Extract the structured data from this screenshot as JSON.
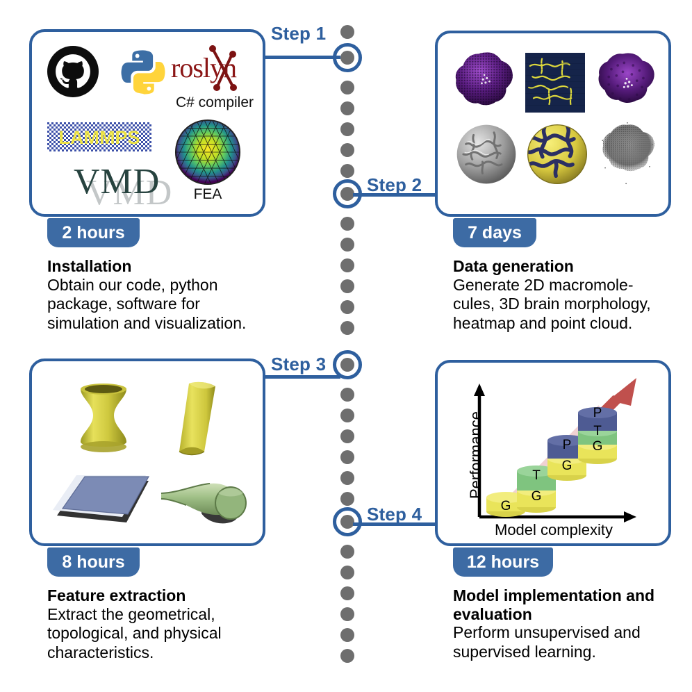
{
  "figure": {
    "type": "workflow-timeline",
    "orientation": "vertical-zigzag",
    "accent_color": "#2e5f9e",
    "badge_color": "#3d6ba4",
    "dot_color": "#6e6e6e"
  },
  "steps": [
    {
      "id": "step1",
      "label": "Step 1",
      "side": "left",
      "duration": "2 hours",
      "title": "Installation",
      "body": "Obtain our code, python package, software for simulation and visualization.",
      "body_lines": [
        "Obtain our code, python",
        "package, software for",
        "simulation and visualization."
      ],
      "contents": [
        {
          "name": "github-logo",
          "label": "",
          "kind": "logo"
        },
        {
          "name": "python-logo",
          "label": "",
          "kind": "logo"
        },
        {
          "name": "roslyn-logo",
          "label": "roslyn",
          "caption": "C# compiler",
          "kind": "logo"
        },
        {
          "name": "lammps-logo",
          "label": "LAMMPS",
          "kind": "logo"
        },
        {
          "name": "fea-mesh",
          "label": "",
          "caption": "FEA",
          "kind": "thumbnail"
        },
        {
          "name": "vmd-logo",
          "label": "VMD",
          "kind": "logo"
        }
      ]
    },
    {
      "id": "step2",
      "label": "Step 2",
      "side": "right",
      "duration": "7 days",
      "title": "Data generation",
      "body": "Generate 2D macromolecules, 3D brain morphology, heatmap and point cloud.",
      "body_lines": [
        "Generate 2D macromole-",
        "cules, 3D brain morphology,",
        "heatmap and point cloud."
      ],
      "contents": [
        {
          "name": "macromolecule-purple-1",
          "kind": "thumbnail"
        },
        {
          "name": "heatmap-2d",
          "kind": "thumbnail"
        },
        {
          "name": "macromolecule-purple-2",
          "kind": "thumbnail"
        },
        {
          "name": "brain-morphology-gray",
          "kind": "thumbnail"
        },
        {
          "name": "brain-morphology-yellow",
          "kind": "thumbnail"
        },
        {
          "name": "point-cloud",
          "kind": "thumbnail"
        }
      ]
    },
    {
      "id": "step3",
      "label": "Step 3",
      "side": "left",
      "duration": "8 hours",
      "title": "Feature extraction",
      "body": "Extract the geometrical, topological, and physical characteristics.",
      "body_lines": [
        "Extract the geometrical,",
        "topological, and physical",
        "characteristics."
      ],
      "contents": [
        {
          "name": "hyperboloid-surface",
          "kind": "geometry"
        },
        {
          "name": "cylindrical-sheet",
          "kind": "geometry"
        },
        {
          "name": "flat-plane",
          "kind": "geometry"
        },
        {
          "name": "tube-geometry",
          "kind": "geometry"
        }
      ]
    },
    {
      "id": "step4",
      "label": "Step 4",
      "side": "right",
      "duration": "12 hours",
      "title": "Model implementation and evaluation",
      "title_lines": [
        "Model implementation and",
        "evaluation"
      ],
      "body": "Perform unsupervised and supervised learning.",
      "body_lines": [
        "Perform unsupervised and",
        "supervised learning."
      ],
      "contents": [
        {
          "name": "performance-complexity-chart",
          "kind": "chart"
        }
      ]
    }
  ],
  "chart_data": {
    "type": "bar",
    "title": "",
    "xlabel": "Model complexity",
    "ylabel": "Performance",
    "grid": false,
    "legend": null,
    "annotation": "upward red arrow indicating increasing performance",
    "categories": [
      "1",
      "2",
      "3",
      "4"
    ],
    "stack_labels": [
      "G",
      "T",
      "P"
    ],
    "stack_colors": {
      "G": "#e9e45a",
      "T": "#7fc47f",
      "P": "#4e5b93"
    },
    "stacks": [
      {
        "category": "1",
        "segments": [
          "G"
        ],
        "values": [
          1
        ]
      },
      {
        "category": "2",
        "segments": [
          "G",
          "T"
        ],
        "values": [
          1,
          1
        ]
      },
      {
        "category": "3",
        "segments": [
          "G",
          "P"
        ],
        "values": [
          1,
          1
        ]
      },
      {
        "category": "4",
        "segments": [
          "G",
          "T",
          "P"
        ],
        "values": [
          1,
          1,
          1
        ]
      }
    ],
    "values": [
      1,
      2,
      2,
      3
    ]
  }
}
